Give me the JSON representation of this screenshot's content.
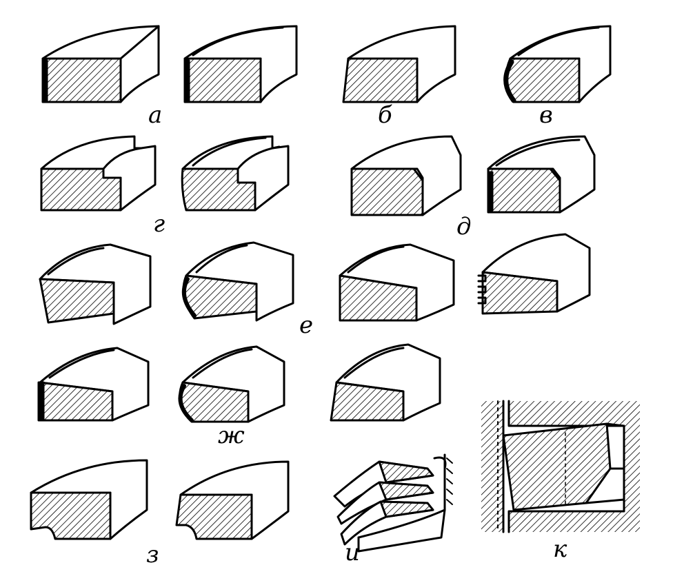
{
  "labels": {
    "a": "а",
    "b": "б",
    "v": "в",
    "g": "г",
    "d": "д",
    "e": "е",
    "zh": "ж",
    "z": "з",
    "i": "и",
    "k": "к"
  },
  "colors": {
    "ink": "#000000",
    "paper": "#ffffff"
  }
}
